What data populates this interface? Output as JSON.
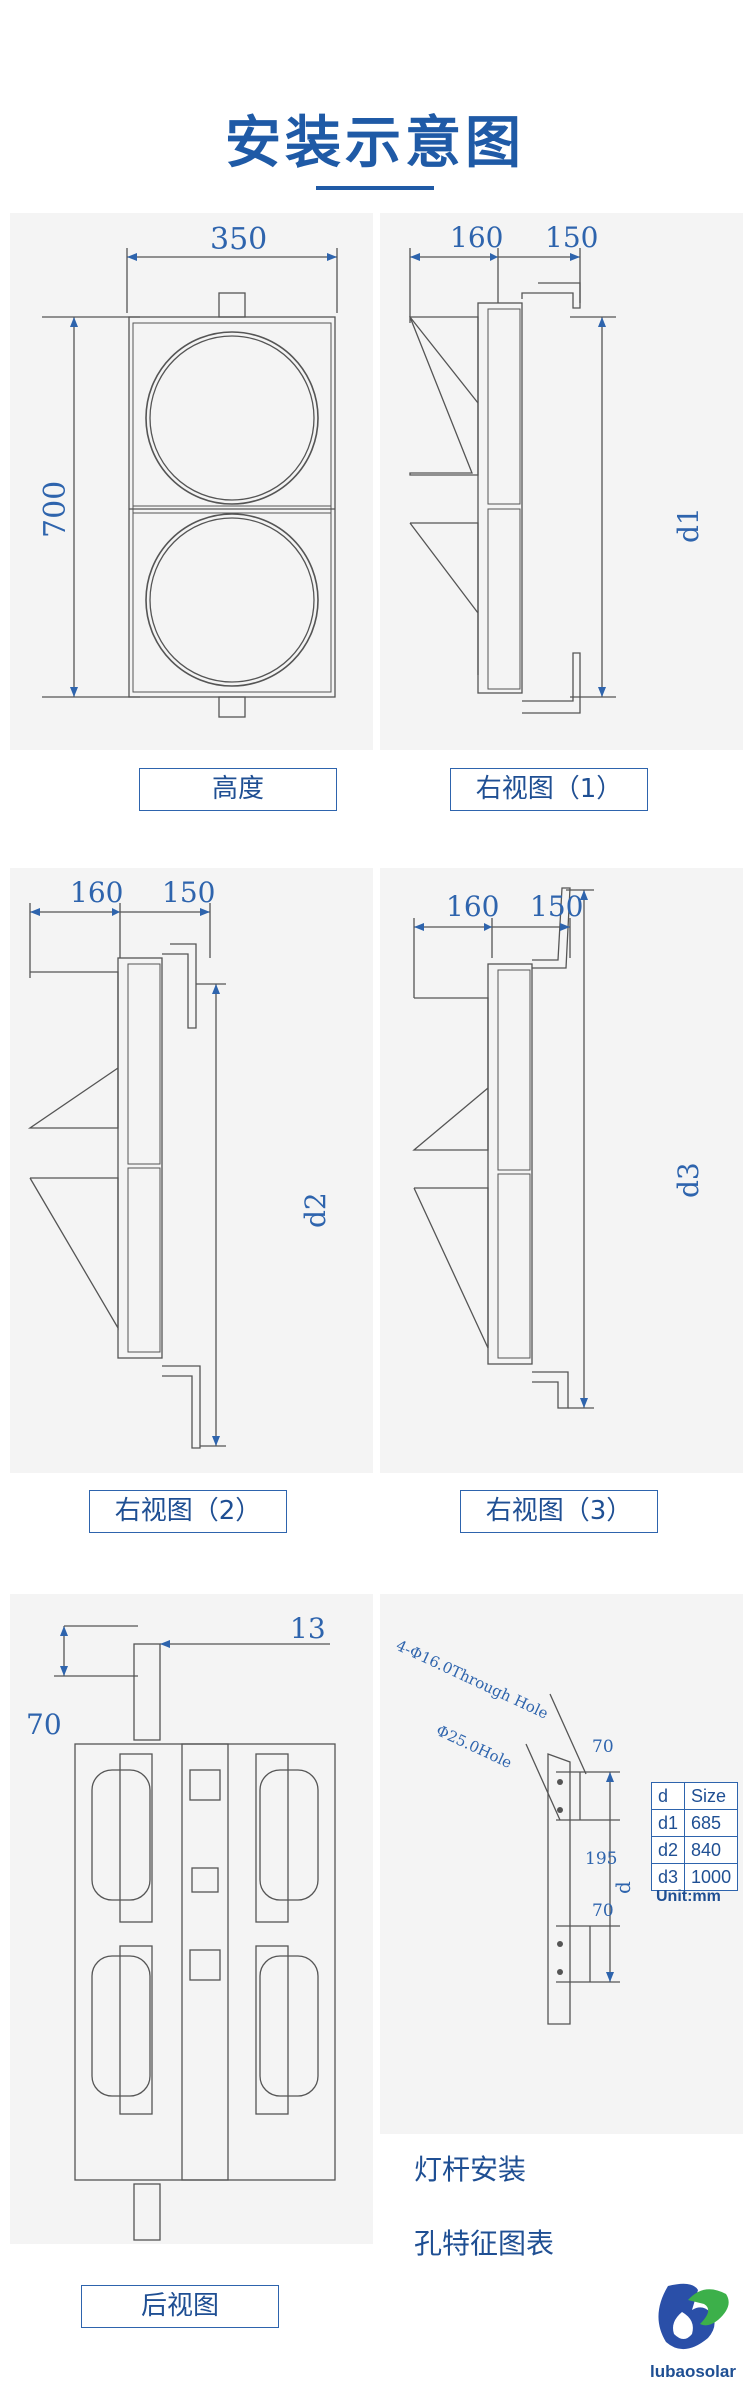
{
  "header": {
    "title": "安装示意图"
  },
  "panels": {
    "height_view": {
      "caption": "高度",
      "width_dim": "350",
      "height_dim": "700"
    },
    "right_view_1": {
      "caption": "右视图（1）",
      "dim_a": "160",
      "dim_b": "150",
      "dim_d": "d1"
    },
    "right_view_2": {
      "caption": "右视图（2）",
      "dim_a": "160",
      "dim_b": "150",
      "dim_d": "d2"
    },
    "right_view_3": {
      "caption": "右视图（3）",
      "dim_a": "160",
      "dim_b": "150",
      "dim_d": "d3"
    },
    "rear_view": {
      "caption": "后视图",
      "dim_top": "13",
      "dim_left": "70"
    },
    "pole_detail": {
      "through_hole": "4-Φ16.0Through Hole",
      "hole": "Φ25.0Hole",
      "dim_70_top": "70",
      "dim_195": "195",
      "dim_70_bottom": "70",
      "dim_d": "d"
    }
  },
  "size_table": {
    "headers": [
      "d",
      "Size"
    ],
    "rows": [
      [
        "d1",
        "685"
      ],
      [
        "d2",
        "840"
      ],
      [
        "d3",
        "1000"
      ]
    ],
    "unit": "Unit:mm"
  },
  "pole_text": {
    "line1": "灯杆安装",
    "line2": "孔特征图表"
  },
  "logo": {
    "text": "lubaosolar"
  },
  "colors": {
    "accent": "#1f5aa6",
    "panel": "#f4f4f4",
    "line": "#444444"
  }
}
